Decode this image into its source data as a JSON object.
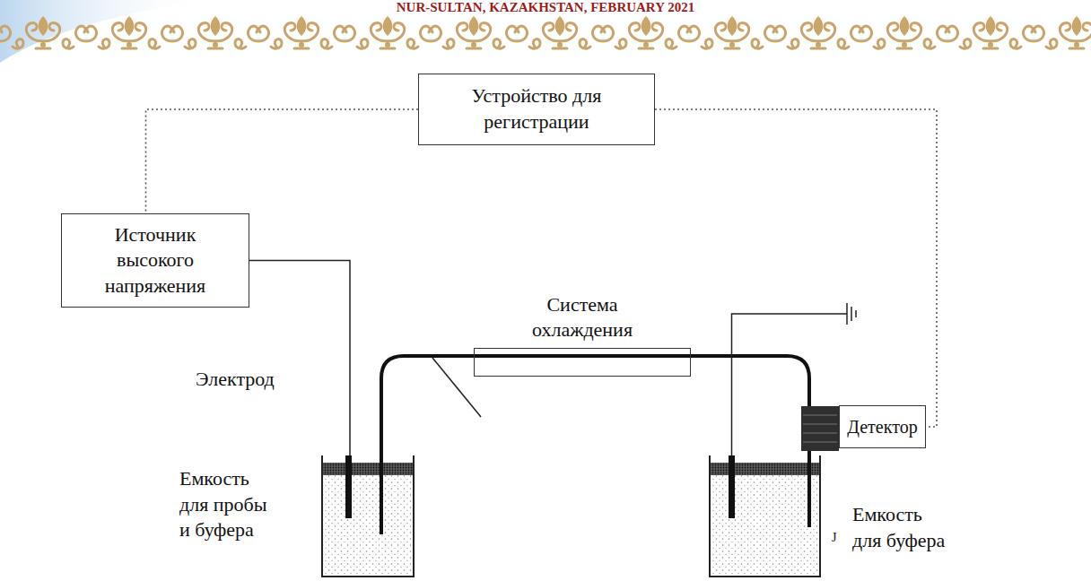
{
  "diagram": {
    "nodes": [
      {
        "text": [
          "Устройство для регистрации"
        ]
      },
      {
        "text": [
          "Источник высокого напряжения"
        ]
      },
      {
        "text": [
          "Система охлаждения"
        ]
      },
      {
        "text": [
          "Детектор"
        ]
      },
      {
        "text": [
          "Емкость для пробы и буфера"
        ]
      },
      {
        "text": [
          "Емкость для буфера"
        ]
      }
    ],
    "edges": [
      {
        "from": 0,
        "to": 1,
        "arrow": "none"
      },
      {
        "from": 0,
        "to": 3,
        "arrow": "none"
      },
      {
        "from": 1,
        "to": 4,
        "arrow": "none"
      },
      {
        "from": 4,
        "to": 2,
        "arrow": "none"
      },
      {
        "from": 2,
        "to": 5,
        "arrow": "none"
      }
    ],
    "labels": [
      "NUR-SULTAN, KAZAKHSTAN, FEBRUARY 2021",
      "Электрод",
      "J"
    ]
  }
}
